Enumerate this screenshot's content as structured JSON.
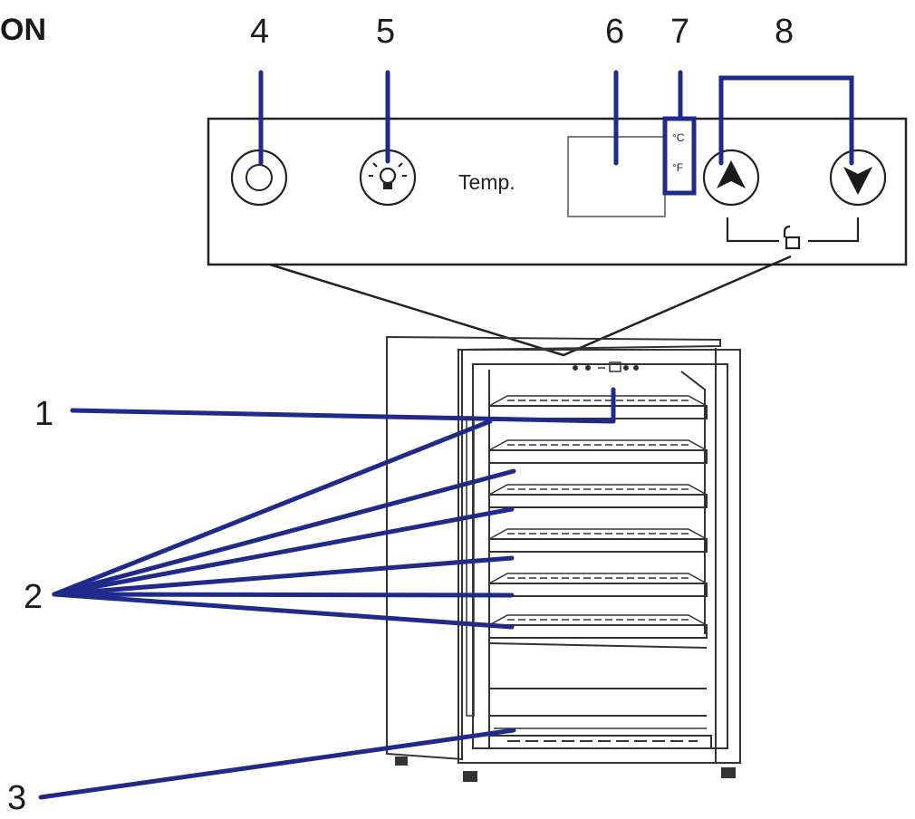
{
  "heading_fragment": "ON",
  "callouts": {
    "c1": "1",
    "c2": "2",
    "c3": "3",
    "c4": "4",
    "c5": "5",
    "c6": "6",
    "c7": "7",
    "c8": "8"
  },
  "panel": {
    "temp_label": "Temp.",
    "unit_celsius": "°C",
    "unit_fahrenheit": "°F"
  },
  "icons": [
    "power-button-icon",
    "light-bulb-icon",
    "up-arrow-icon",
    "down-arrow-icon",
    "padlock-icon"
  ],
  "colors": {
    "callout_line": "#1f2a8a",
    "drawing_line": "#222222"
  }
}
